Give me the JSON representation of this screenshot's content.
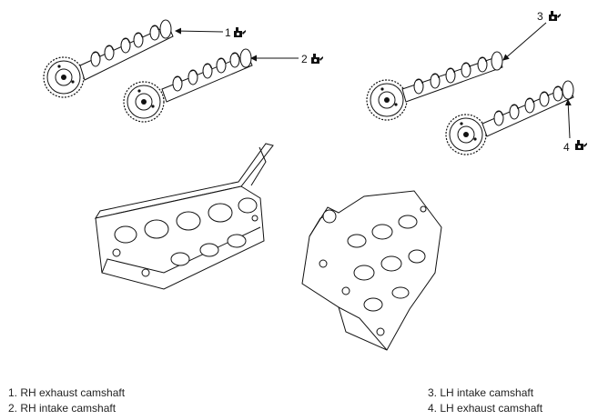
{
  "callouts": [
    "1",
    "2",
    "3",
    "4"
  ],
  "legend": {
    "left": [
      "1. RH exhaust camshaft",
      "2. RH intake camshaft"
    ],
    "right": [
      "3. LH intake camshaft",
      "4. LH exhaust camshaft"
    ]
  },
  "icons": {
    "callout_marker": "oil-can-icon"
  }
}
